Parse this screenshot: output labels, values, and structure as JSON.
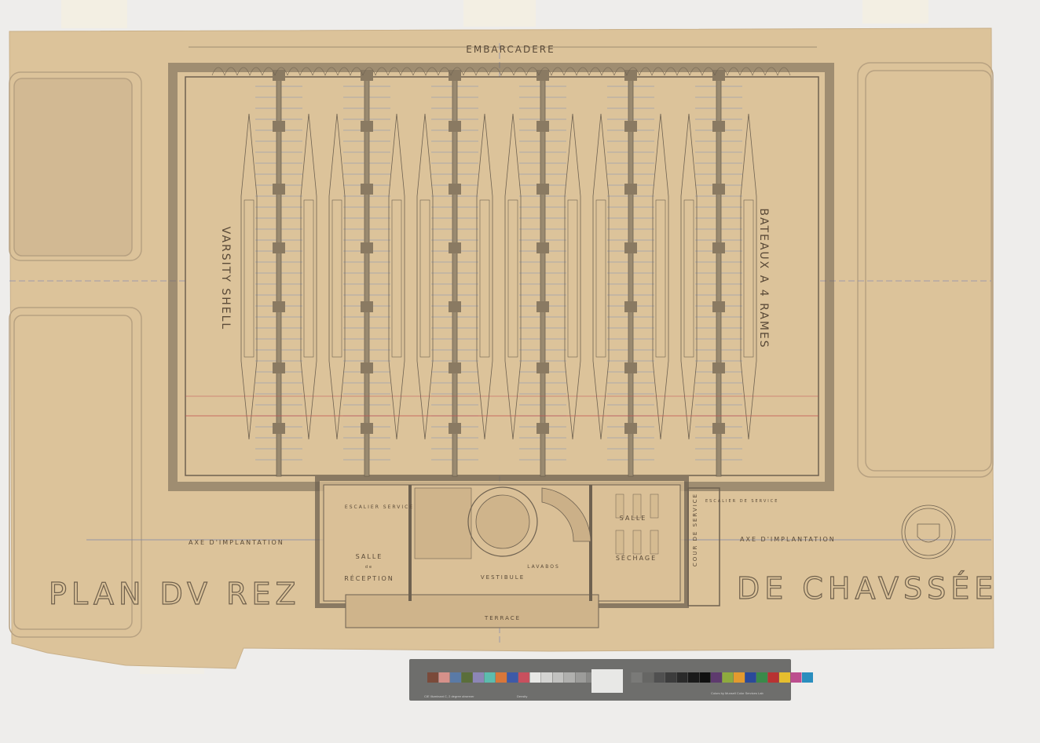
{
  "drawing": {
    "title_left": "PLAN DV REZ",
    "title_right": "DE CHAVSSÉE",
    "top_label": "EMBARCADERE",
    "left_hall_label": "VARSITY SHELL",
    "right_hall_label": "BATEAUX A 4 RAMES",
    "axis_left": "AXE D'IMPLANTATION",
    "axis_right": "AXE D'IMPLANTATION",
    "rooms": {
      "service_stair": "ESCALIER SERVICE",
      "reception_1": "SALLE",
      "reception_2": "de",
      "reception_3": "RÉCEPTION",
      "vestibule": "VESTIBULE",
      "lavabos": "LAVABOS",
      "drying_1": "SALLE",
      "drying_2": "SÉCHAGE",
      "terrace": "TERRACE",
      "service_court": "COUR DE SERVICE",
      "service_stair_2": "ESCALIER DE SERVICE"
    },
    "bay_count": 6
  },
  "color_card": {
    "credit": "Colors by Munsell Color Services Lab",
    "illuminant": "CIE Illuminant C, 2 degree observer",
    "density": "Density",
    "swatches": [
      "#7a4a3a",
      "#d6918a",
      "#5a7aa6",
      "#5a6e3a",
      "#8c86b6",
      "#5cbcae",
      "#d9773a",
      "#3e5aa8",
      "#c8505e",
      "#e8e8e6",
      "#d4d4d2",
      "#c2c2c0",
      "#b0b0ae",
      "#9c9c9a",
      "#8a8a88",
      "#7a7a78",
      "#666664",
      "#505050",
      "#3c3c3c",
      "#2a2a2a",
      "#1a1a1a",
      "#101010",
      "#5e3a6e",
      "#8eaa3e",
      "#e39a2e",
      "#2a4a9a",
      "#3a8a4a",
      "#b83232",
      "#e6be2e",
      "#bc4e8e",
      "#2a8ebe"
    ]
  }
}
